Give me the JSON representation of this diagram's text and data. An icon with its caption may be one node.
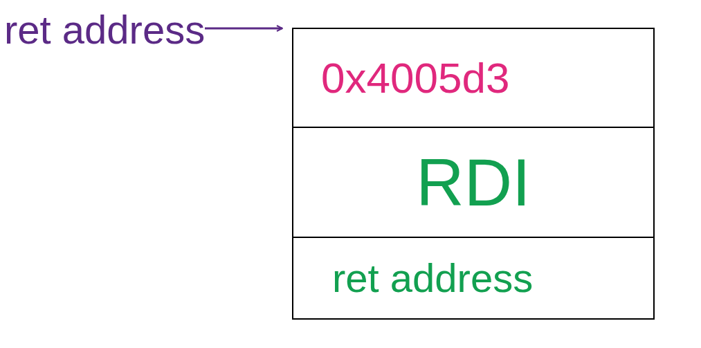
{
  "diagram": {
    "nodes": [
      {
        "text": [
          "ret address"
        ]
      },
      {
        "text": [
          "0x4005d3"
        ]
      },
      {
        "text": [
          "RDI"
        ]
      },
      {
        "text": [
          "ret address"
        ]
      }
    ],
    "edges": [
      {
        "from": 0,
        "to": 1,
        "arrow": "to",
        "color": "#5b2a86"
      }
    ]
  }
}
